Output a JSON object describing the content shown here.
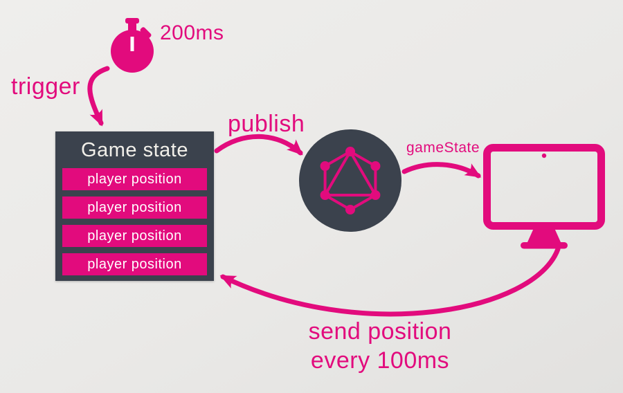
{
  "colors": {
    "magenta": "#e20b7d",
    "dark": "#3b424d",
    "background": "#eae9e7",
    "box_title": "#f1efe9",
    "row_text": "#ffffff"
  },
  "timer": {
    "icon": "stopwatch-icon",
    "interval_label": "200ms"
  },
  "labels": {
    "trigger": "trigger",
    "publish": "publish",
    "gamestate_channel": "gameState",
    "send_position_line1": "send position",
    "send_position_line2": "every 100ms"
  },
  "game_state_box": {
    "title": "Game state",
    "rows": [
      "player position",
      "player position",
      "player position",
      "player position"
    ]
  },
  "icons": {
    "stopwatch": "stopwatch-icon",
    "graphql_logo": "graphql-logo-icon",
    "monitor": "monitor-icon"
  }
}
